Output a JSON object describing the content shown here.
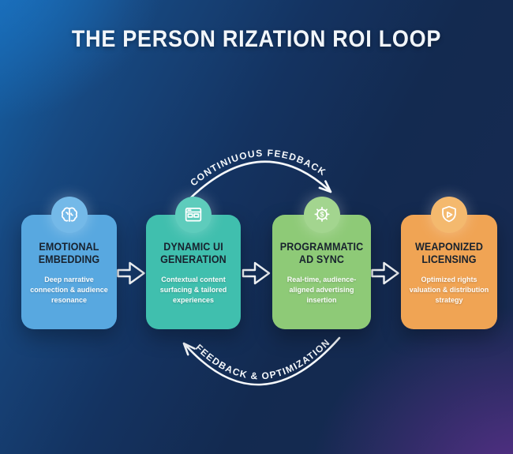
{
  "header": {
    "title": "THE PERSON RIZATION ROI LOOP"
  },
  "loop": {
    "top_label": "CONTINIUOUS FEEDBACK",
    "bottom_label": "FEEDBACK & OPTIMIZATION"
  },
  "steps": [
    {
      "title": "EMOTIONAL EMBEDDING",
      "subtitle": "Deep narrative connection & audience resonance",
      "icon": "brain-icon",
      "box_color": "#58a8e0",
      "icon_circle_color": "#74b9e8"
    },
    {
      "title": "DYNAMIC UI GENERATION",
      "subtitle": "Contextual content surfacing & tailored experiences",
      "icon": "browser-window-icon",
      "box_color": "#40bfae",
      "icon_circle_color": "#5eccbc"
    },
    {
      "title": "PROGRAMMATIC AD SYNC",
      "subtitle": "Real-time, audience-aligned advertising insertion",
      "icon": "dollar-gear-icon",
      "box_color": "#8eca77",
      "icon_circle_color": "#a3d58f"
    },
    {
      "title": "WEAPONIZED LICENSING",
      "subtitle": "Optimized rights valuation & distribution strategy",
      "icon": "shield-play-icon",
      "box_color": "#f0a454",
      "icon_circle_color": "#f4b96e"
    }
  ],
  "colors": {
    "background_top_left": "#1563a9",
    "background_navy": "#14294e",
    "background_bottom_right": "#3a2460",
    "arrow": "#f5f8fb",
    "step_title_text": "#18222e",
    "step_subtitle_text": "#ffffff"
  }
}
